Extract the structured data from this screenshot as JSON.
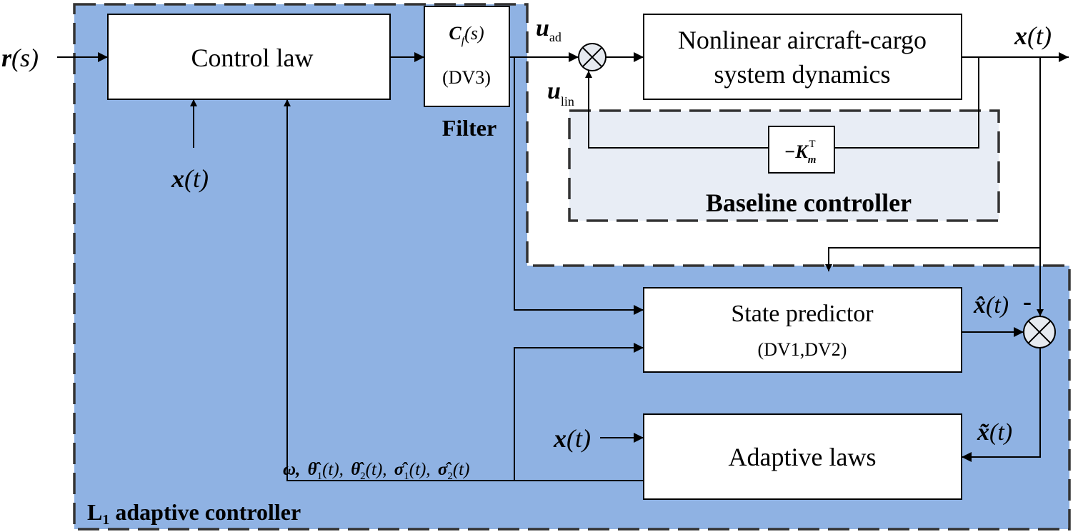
{
  "colors": {
    "adaptive_region": "#8fb2e3",
    "baseline_region": "#e8edf5",
    "block_fill": "#ffffff",
    "line": "#000000",
    "dash": "#333333",
    "summer_fill": "#e6eaf0"
  },
  "blocks": {
    "control_law": "Control law",
    "filter_tf": "C",
    "filter_tf_sub": "f",
    "filter_tf_arg": "(s)",
    "filter_dv": "(DV3)",
    "plant_line1": "Nonlinear aircraft-cargo",
    "plant_line2": "system dynamics",
    "gain_prefix": "−K",
    "gain_sub": "m",
    "gain_sup": "T",
    "state_predictor_line1": "State predictor",
    "state_predictor_line2": "(DV1,DV2)",
    "adaptive_laws": "Adaptive laws"
  },
  "labels": {
    "filter": "Filter",
    "baseline_controller": "Baseline controller",
    "l1_main": "L",
    "l1_sub": "1",
    "l1_rest": " adaptive controller"
  },
  "signals": {
    "r_symbol": "r",
    "r_arg": "(s)",
    "x_symbol": "x",
    "x_arg": "(t)",
    "u_symbol": "u",
    "u_ad_sub": "ad",
    "u_lin_sub": "lin",
    "xhat_symbol": "x̂",
    "xtilde_symbol": "x̃",
    "minus_sign": "-",
    "params": {
      "omega": "ω,",
      "theta": "θ̂",
      "sigma": "σ̂",
      "sub1": "1",
      "sub2": "2",
      "arg": "(t),",
      "arg_last": "(t)"
    }
  }
}
